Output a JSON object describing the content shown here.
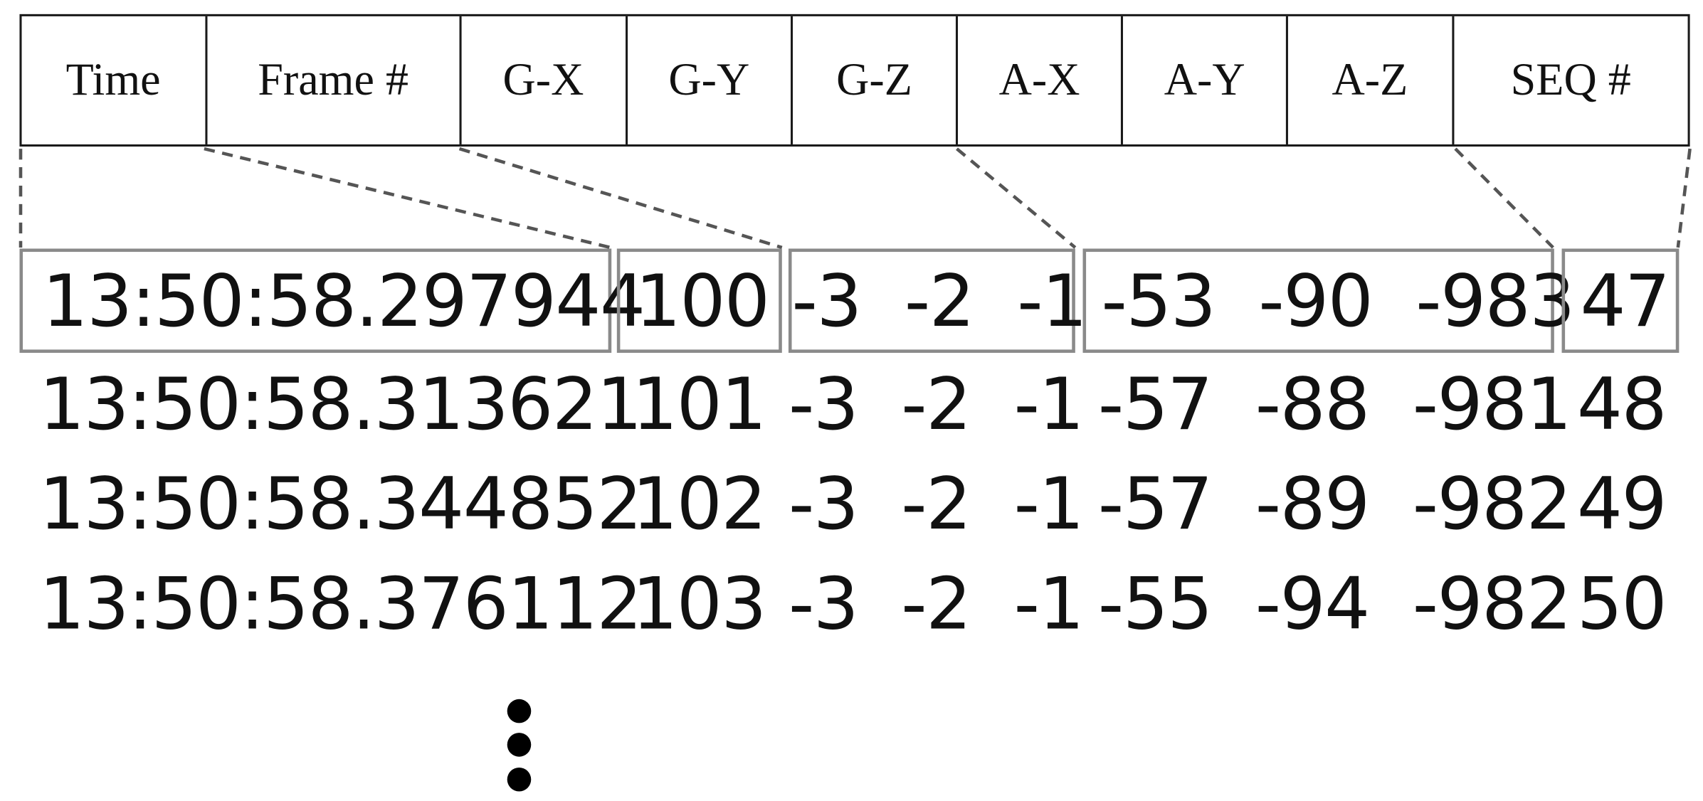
{
  "headers": [
    "Time",
    "Frame #",
    "G-X",
    "G-Y",
    "G-Z",
    "A-X",
    "A-Y",
    "A-Z",
    "SEQ #"
  ],
  "rows": [
    {
      "time": "13:50:58.297944",
      "frame": "100",
      "gyro": "-3  -2  -1",
      "accel": "-53  -90  -983",
      "seq": "47"
    },
    {
      "time": "13:50:58.313621",
      "frame": "101",
      "gyro": "-3  -2  -1",
      "accel": "-57  -88  -981",
      "seq": "48"
    },
    {
      "time": "13:50:58.344852",
      "frame": "102",
      "gyro": "-3  -2  -1",
      "accel": "-57  -89  -982",
      "seq": "49"
    },
    {
      "time": "13:50:58.376112",
      "frame": "103",
      "gyro": "-3  -2  -1",
      "accel": "-55  -94  -982",
      "seq": "50"
    }
  ],
  "colors": {
    "text": "#111111",
    "border": "#1a1a1a",
    "box_border": "#8a8a8a",
    "connector": "#555555"
  }
}
